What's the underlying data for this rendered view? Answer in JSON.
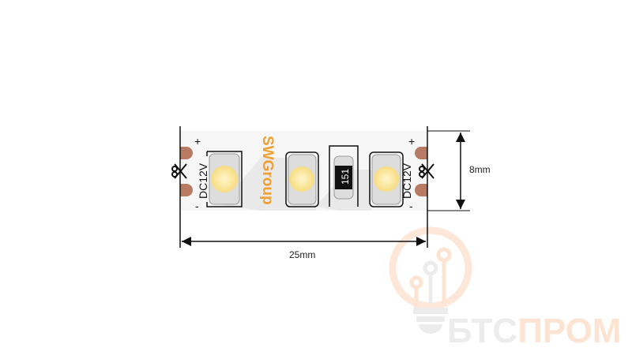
{
  "diagram": {
    "brand_label": "SWGroup",
    "voltage_left": "DC12V",
    "voltage_right": "DC12V",
    "plus_sign": "+",
    "minus_sign": "-",
    "resistor_code": "151",
    "width_label": "8mm",
    "length_label": "25mm"
  },
  "watermark": {
    "text_part1": "БТС",
    "text_part2": "ПРОМ"
  },
  "colors": {
    "brand_orange": "#f0a030",
    "copper_pad": "#b87a62",
    "led_yellow": "#fbe7a0",
    "watermark_orange": "#fde3d2",
    "watermark_gray": "#ececec"
  }
}
